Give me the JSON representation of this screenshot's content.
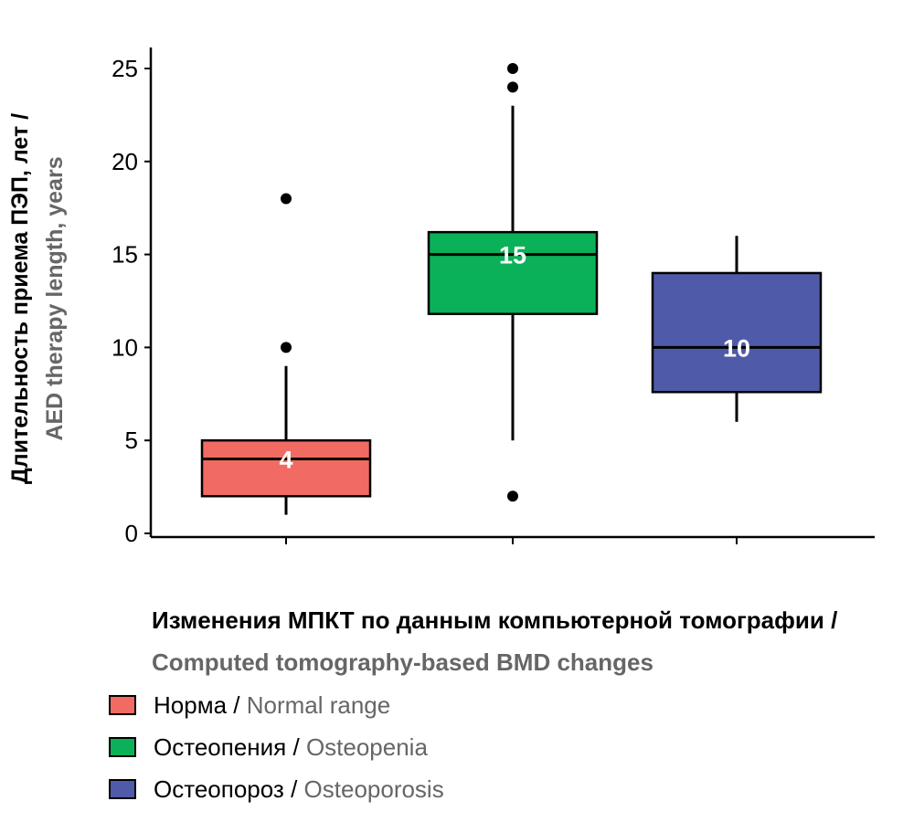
{
  "chart_data": {
    "type": "box",
    "y_axis": {
      "label_ru": "Длительность приема ПЭП, лет /",
      "label_en": "AED therapy length, years",
      "range": [
        0,
        25.6
      ],
      "ticks": [
        0,
        5,
        10,
        15,
        20,
        25
      ]
    },
    "groups": [
      {
        "name_ru": "Норма",
        "name_en": "Normal range",
        "color": "#F16A63",
        "whisker_low": 1,
        "q1": 2,
        "median": 4,
        "q3": 5,
        "whisker_high": 9,
        "outliers": [
          10,
          18
        ],
        "median_label": "4"
      },
      {
        "name_ru": "Остеопения",
        "name_en": "Osteopenia",
        "color": "#0BB158",
        "whisker_low": 5,
        "q1": 11.8,
        "median": 15,
        "q3": 16.2,
        "whisker_high": 23,
        "outliers": [
          2,
          24,
          25
        ],
        "median_label": "15"
      },
      {
        "name_ru": "Остеопороз",
        "name_en": "Osteoporosis",
        "color": "#4F5BA8",
        "whisker_low": 6,
        "q1": 7.6,
        "median": 10,
        "q3": 14,
        "whisker_high": 16,
        "outliers": [],
        "median_label": "10"
      }
    ],
    "legend": {
      "title_ru": "Изменения МПКТ по данным компьютерной томографии /",
      "title_en": "Computed tomography-based BMD changes",
      "placement": "bottom-left"
    }
  }
}
